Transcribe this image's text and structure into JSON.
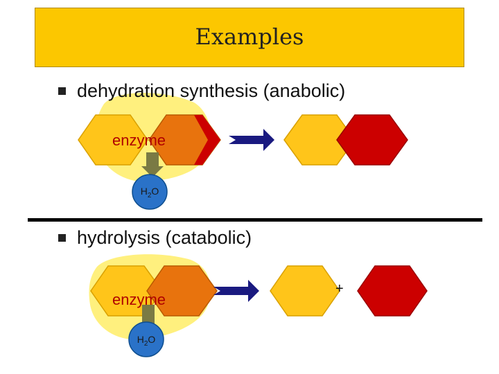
{
  "title": "Examples",
  "colors": {
    "title_bg": "#fcc700",
    "glow": "#ffee70",
    "hex_yellow": "#ffc51a",
    "hex_orange": "#e8730d",
    "hex_red": "#cc0000",
    "arrow": "#1a1a80",
    "water": "#2a72c8",
    "water_edge": "#0e4e8e",
    "enzyme_arrow": "#7a7a44"
  },
  "sections": [
    {
      "bullet": "dehydration synthesis (anabolic)",
      "enzyme": "enzyme",
      "water": {
        "base": "H",
        "sub": "2",
        "tail": "O"
      }
    },
    {
      "bullet": "hydrolysis (catabolic)",
      "enzyme": "enzyme",
      "water": {
        "base": "H",
        "sub": "2",
        "tail": "O"
      },
      "plus": "+"
    }
  ]
}
